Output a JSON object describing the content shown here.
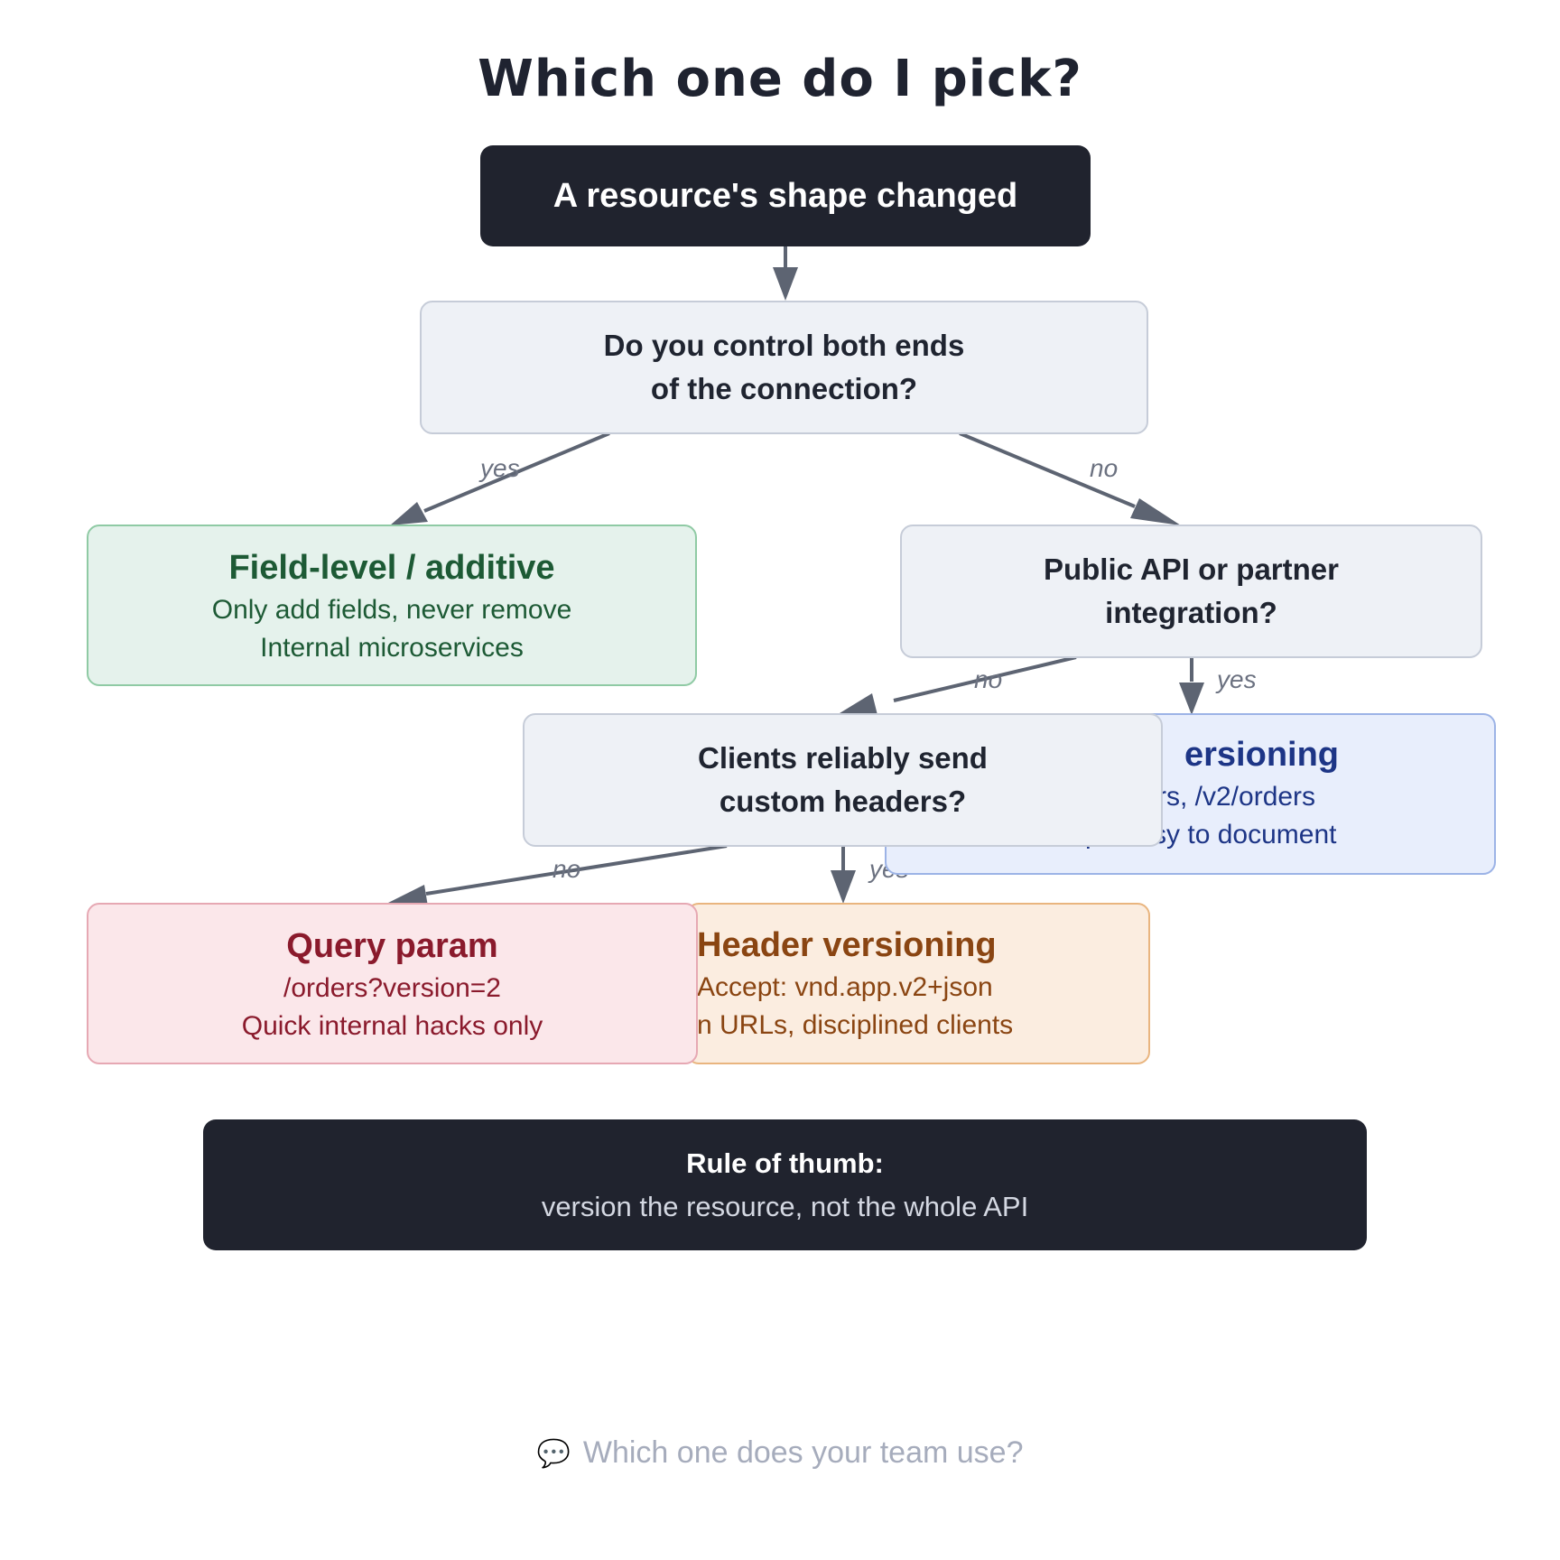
{
  "title": "Which one do I pick?",
  "start": {
    "text": "A resource's shape changed"
  },
  "q1": {
    "line1": "Do you control both ends",
    "line2": "of the connection?"
  },
  "q2": {
    "line1": "Public API or partner",
    "line2": "integration?"
  },
  "q3": {
    "line1": "Clients reliably send",
    "line2": "custom headers?"
  },
  "edges": {
    "q1_yes": "yes",
    "q1_no": "no",
    "q2_no": "no",
    "q2_yes": "yes",
    "q3_no": "no",
    "q3_yes": "yes"
  },
  "results": {
    "field_level": {
      "title": "Field-level / additive",
      "line1": "Only add fields, never remove",
      "line2": "Internal microservices"
    },
    "url": {
      "title": "ersioning",
      "line1": "rs, /v2/orders",
      "line2": "p , easy to document"
    },
    "header": {
      "title": "Header versioning",
      "line1": "Accept: vnd.app.v2+json",
      "line2": "n URLs, disciplined clients"
    },
    "query": {
      "title": "Query param",
      "line1": "/orders?version=2",
      "line2": "Quick internal hacks only"
    }
  },
  "rule": {
    "title": "Rule of thumb:",
    "text": "version the resource, not the whole API"
  },
  "footer": {
    "icon": "speech-bubble-icon",
    "text": "Which one does your team use?"
  }
}
